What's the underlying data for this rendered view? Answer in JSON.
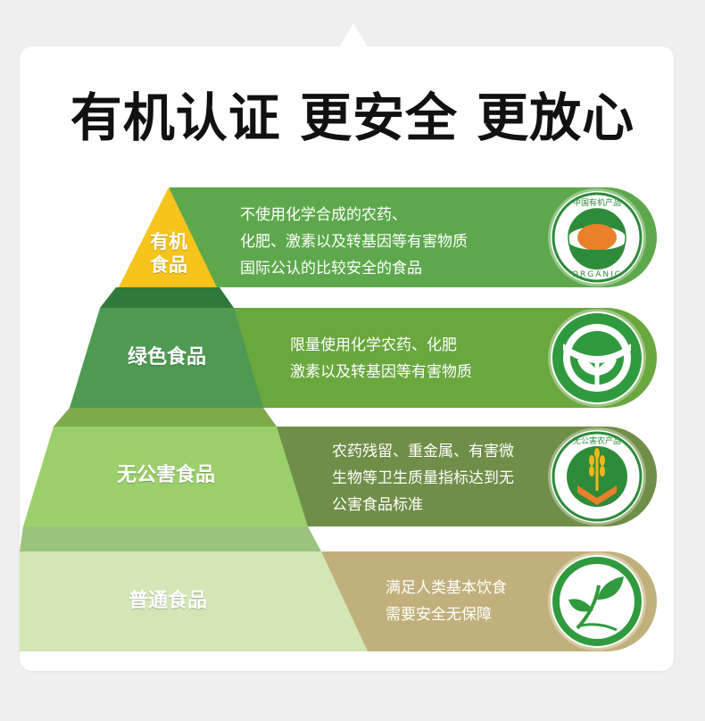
{
  "title": "有机认证 更安全 更放心",
  "colors": {
    "background": "#efefef",
    "organic_band": "#5ea84c",
    "green_band": "#6aa73e",
    "pollution_free_band": "#6f8e48",
    "ordinary_band": "#c2b07c",
    "yellow_tip": "#f6c41c"
  },
  "tiers": [
    {
      "label_line1": "有机",
      "label_line2": "食品",
      "desc_lines": [
        "不使用化学合成的农药、",
        "化肥、激素以及转基因等有害物质",
        "国际公认的比较安全的食品"
      ],
      "logo_icon": "organic-certification-icon",
      "logo_text_top": "中国有机产品",
      "logo_text_bottom": "ORGANIC"
    },
    {
      "label": "绿色食品",
      "desc_lines": [
        "限量使用化学农药、化肥",
        "激素以及转基因等有害物质"
      ],
      "logo_icon": "green-food-icon"
    },
    {
      "label": "无公害食品",
      "desc_lines": [
        "农药残留、重金属、有害微",
        "生物等卫生质量指标达到无",
        "公害食品标准"
      ],
      "logo_icon": "pollution-free-icon",
      "logo_text_top": "无公害农产品"
    },
    {
      "label": "普通食品",
      "desc_lines": [
        "满足人类基本饮食",
        "需要安全无保障"
      ],
      "logo_icon": "leaf-sprout-icon"
    }
  ]
}
